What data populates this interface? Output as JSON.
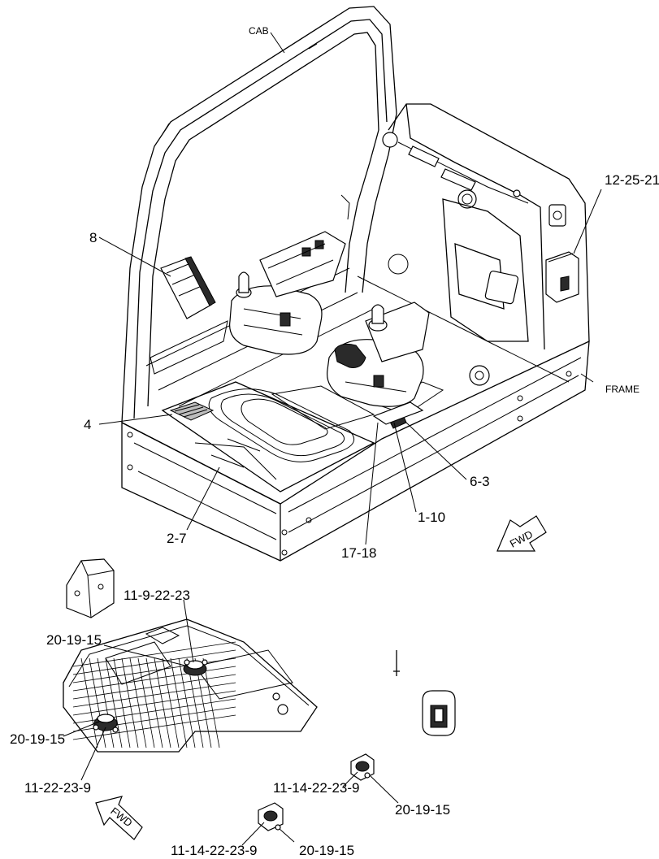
{
  "labels": {
    "cab": "CAB",
    "frame": "FRAME",
    "fwd_upper": "FWD",
    "fwd_lower": "FWD",
    "callout_12_25_21": "12-25-21",
    "callout_8": "8",
    "callout_4": "4",
    "callout_6_3": "6-3",
    "callout_1_10": "1-10",
    "callout_2_7": "2-7",
    "callout_17_18": "17-18",
    "callout_11_9_22_23": "11-9-22-23",
    "callout_20_19_15_top": "20-19-15",
    "callout_20_19_15_left": "20-19-15",
    "callout_11_22_23_9": "11-22-23-9",
    "callout_11_14_22_23_9_a": "11-14-22-23-9",
    "callout_20_19_15_right": "20-19-15",
    "callout_11_14_22_23_9_b": "11-14-22-23-9",
    "callout_20_19_15_bottom": "20-19-15"
  }
}
